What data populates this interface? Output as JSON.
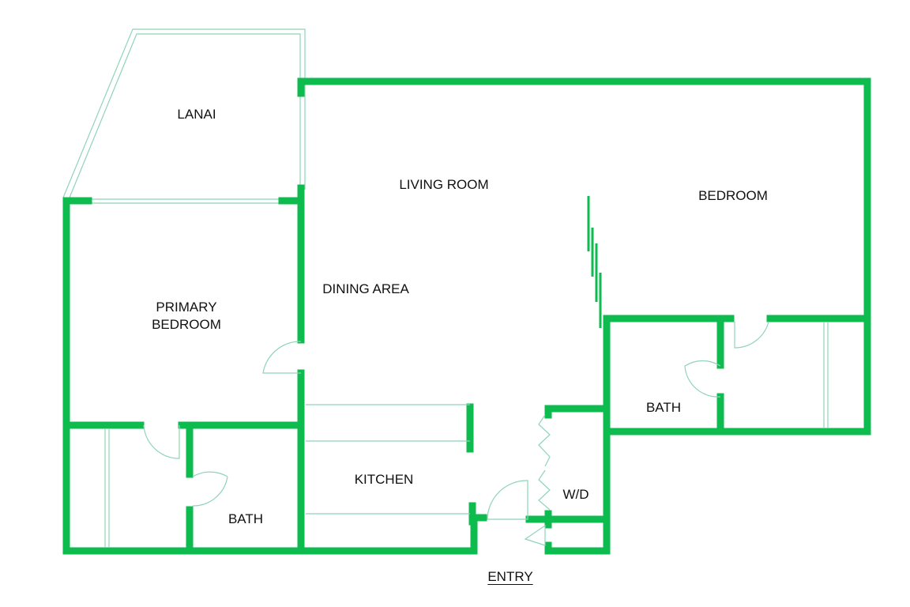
{
  "rooms": {
    "lanai": "LANAI",
    "living_room": "LIVING ROOM",
    "bedroom": "BEDROOM",
    "dining_area": "DINING AREA",
    "primary_bedroom": "PRIMARY\nBEDROOM",
    "bath_right": "BATH",
    "kitchen": "KITCHEN",
    "wd": "W/D",
    "bath_left": "BATH",
    "entry": "ENTRY"
  },
  "colors": {
    "wall": "#0dbb4f",
    "fixture": "#8fd4b8"
  }
}
